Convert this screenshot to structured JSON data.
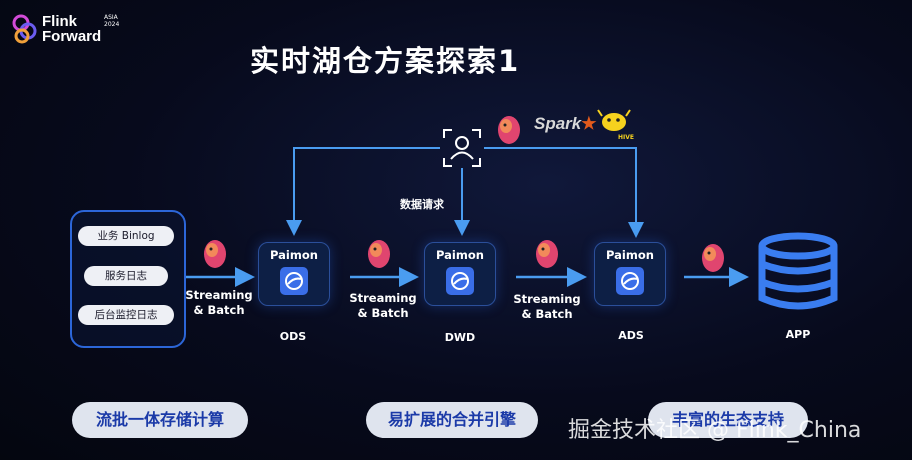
{
  "logo": {
    "line1": "Flink",
    "line2": "Forward",
    "sub": "ASIA 2024"
  },
  "title": "实时湖仓方案探索1",
  "sources": [
    "业务 Binlog",
    "服务日志",
    "后台监控日志"
  ],
  "nodes": [
    {
      "label": "Paimon",
      "caption": "ODS"
    },
    {
      "label": "Paimon",
      "caption": "DWD"
    },
    {
      "label": "Paimon",
      "caption": "ADS"
    }
  ],
  "app_caption": "APP",
  "stream_labels": [
    {
      "line1": "Streaming",
      "line2": "& Batch"
    },
    {
      "line1": "Streaming",
      "line2": "& Batch"
    },
    {
      "line1": "Streaming",
      "line2": "& Batch"
    }
  ],
  "data_request": "数据请求",
  "spark_label": "Spark",
  "hive_label": "HIVE",
  "footer": [
    "流批一体存储计算",
    "易扩展的合并引擎",
    "丰富的生态支持"
  ],
  "watermark": "掘金技术社区 @ Flink_China",
  "colors": {
    "accent": "#3a6ee8",
    "arrow": "#4a9cf0",
    "pill_text": "#1b3aa8"
  },
  "icons": [
    "flink-squirrel-icon",
    "user-icon",
    "database-icon",
    "paimon-icon",
    "spark-logo-icon",
    "hive-logo-icon"
  ]
}
